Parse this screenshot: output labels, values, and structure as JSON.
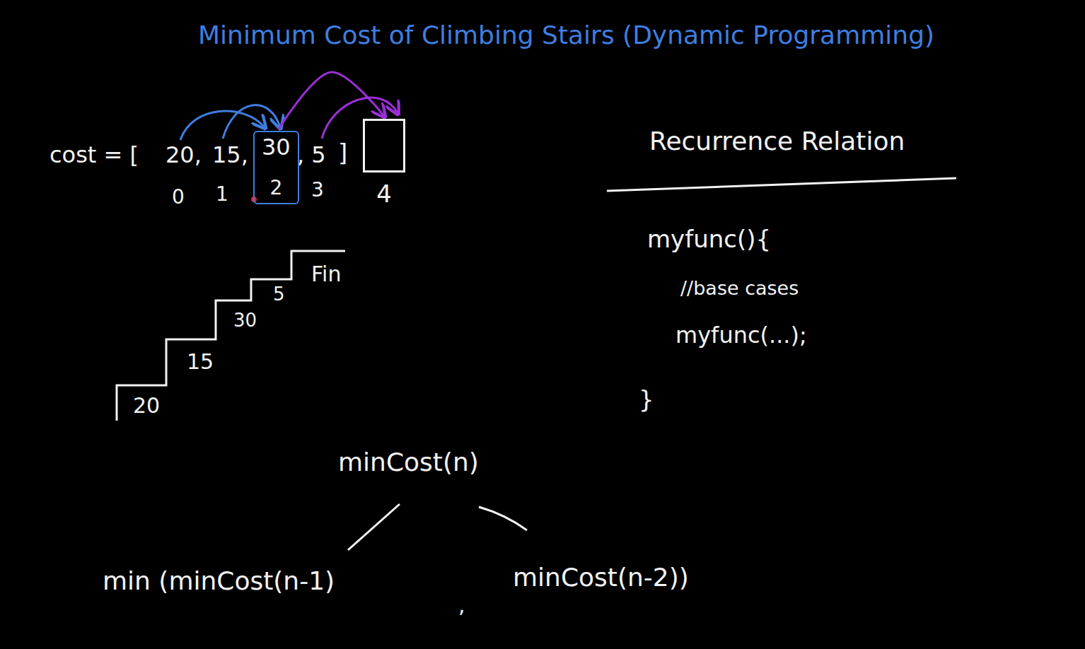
{
  "diagram": {
    "title": "Minimum Cost of Climbing Stairs (Dynamic Programming)",
    "nodes": [
      {
        "text": [
          "30",
          "2"
        ]
      },
      {
        "text": [
          "4"
        ]
      }
    ],
    "edges": [
      {
        "from": 0,
        "to": 1,
        "arrow": "to"
      }
    ],
    "labels": [
      "cost = [",
      "20,",
      "15,",
      ", 5",
      "]",
      "0",
      "1",
      "3",
      "Recurrence Relation",
      "myfunc(){",
      "//base cases",
      "myfunc(...);",
      "}",
      "20",
      "15",
      "30",
      "5",
      "Fin",
      "minCost(n)",
      "min (minCost(n-1)",
      ",",
      "minCost(n-2))"
    ]
  }
}
